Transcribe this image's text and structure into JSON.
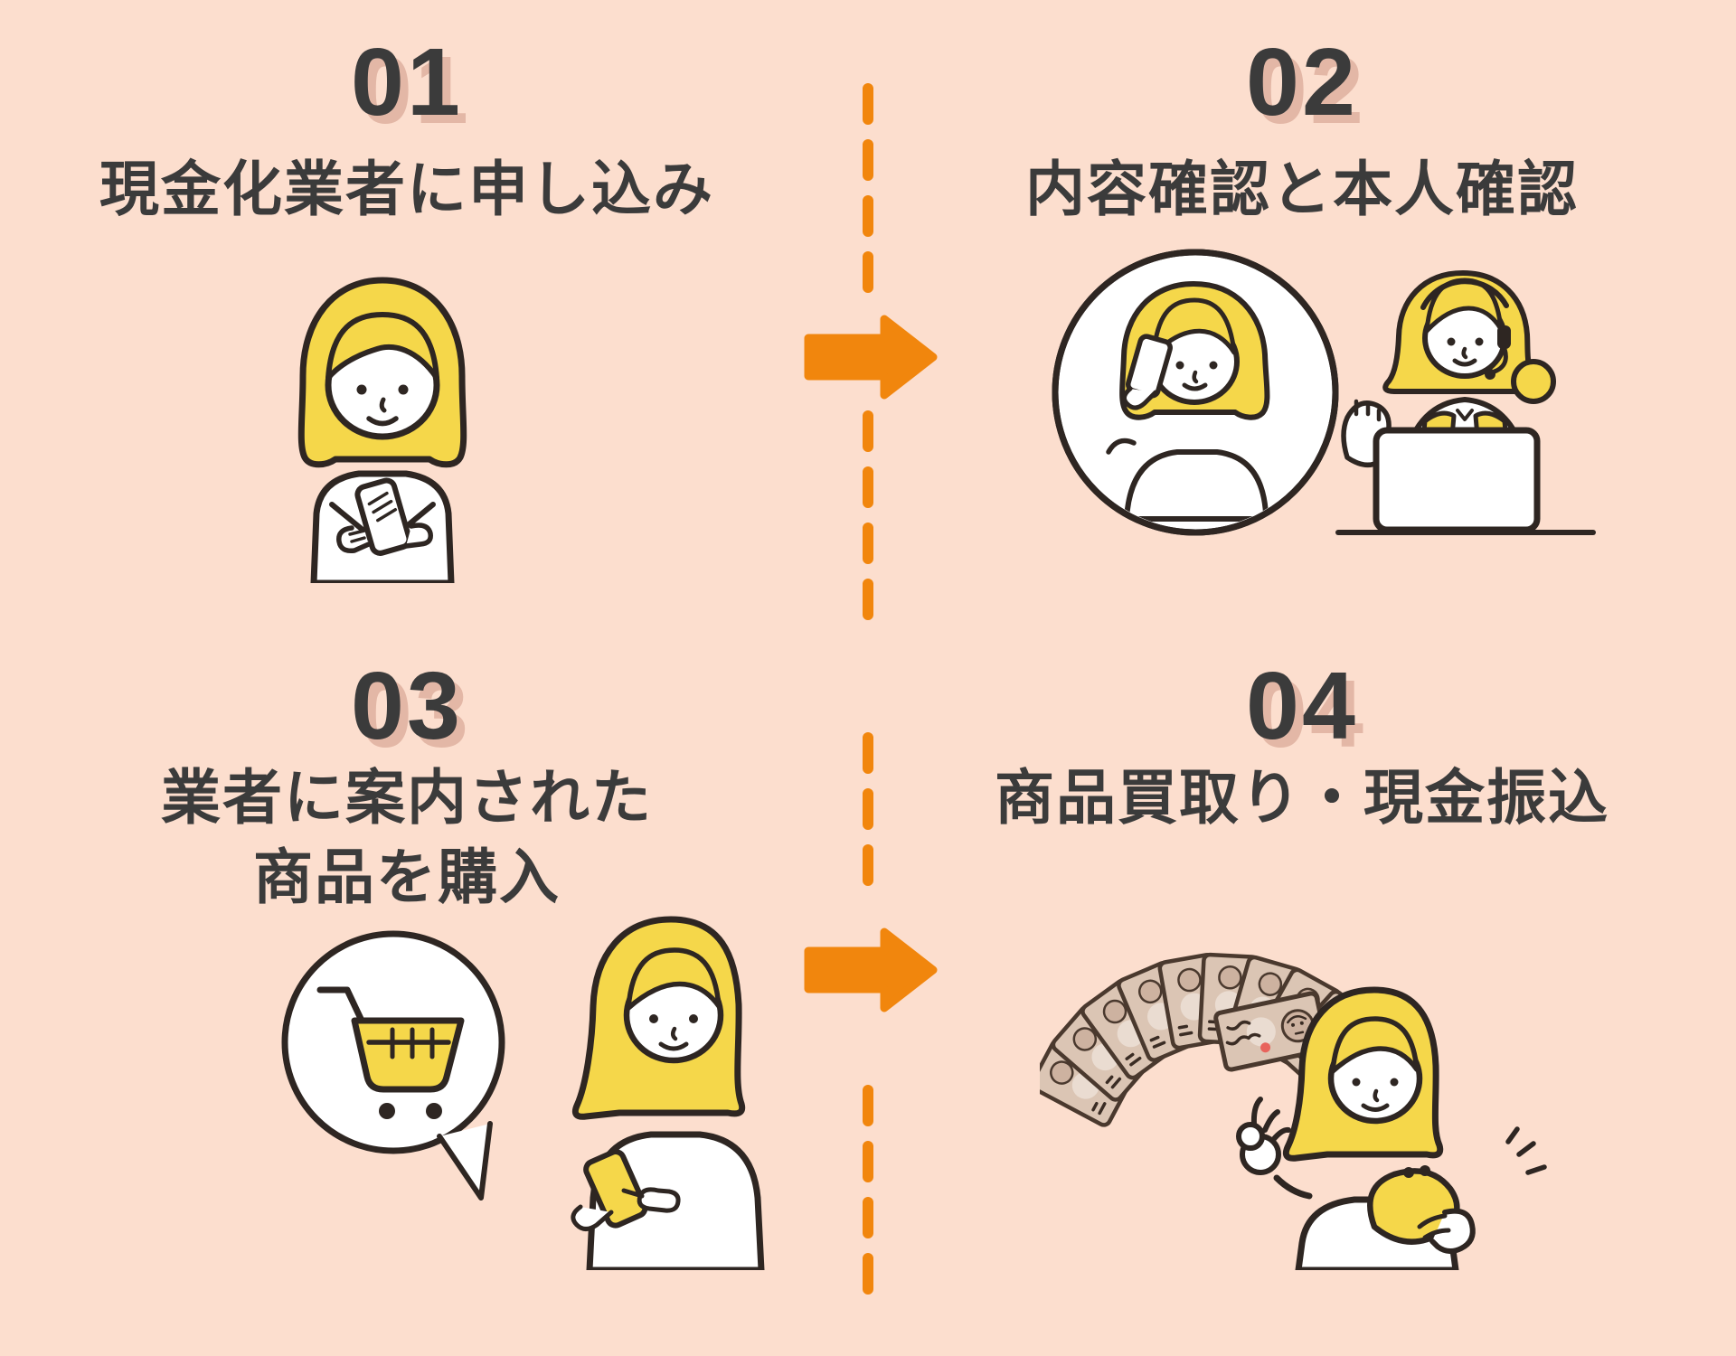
{
  "palette": {
    "background": "#FCDECE",
    "accent_orange": "#F1860D",
    "text_dark": "#3B3B3B",
    "number_shadow": "#E3B7A6",
    "illustration_yellow": "#F5D74A",
    "illustration_line": "#2E2622",
    "banknote_fill": "#DBC5B4",
    "banknote_portrait": "#CDB2A0",
    "banknote_light": "#EADCD1",
    "banknote_line": "#4A392E",
    "seal_red": "#E8635C"
  },
  "steps": [
    {
      "number": "01",
      "title_line1": "現金化業者に申し込み",
      "title_line2": "",
      "illustration": "woman-using-smartphone"
    },
    {
      "number": "02",
      "title_line1": "内容確認と本人確認",
      "title_line2": "",
      "illustration": "phone-call-and-call-center-operator"
    },
    {
      "number": "03",
      "title_line1": "業者に案内された",
      "title_line2": "商品を購入",
      "illustration": "shopping-cart-bubble-and-woman-with-phone"
    },
    {
      "number": "04",
      "title_line1": "商品買取り・現金振込",
      "title_line2": "",
      "illustration": "banknote-fan-and-woman-with-purse"
    }
  ],
  "connector": {
    "style": "vertical-dashed-line",
    "arrow_direction": "right",
    "arrow_count": 2,
    "line_color": "#F1860D"
  }
}
